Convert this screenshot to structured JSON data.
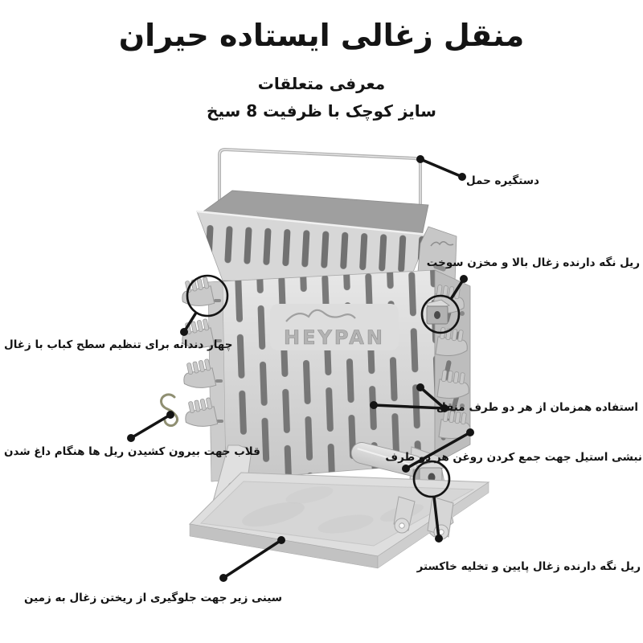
{
  "header": {
    "title": "منقل زغالی ایستاده حیران",
    "subtitle": "معرفی متعلقات",
    "size_line": "سایز کوچک با ظرفیت 8 سیخ"
  },
  "product": {
    "brand": "HEYPAN"
  },
  "callouts": {
    "handle": "دستگیره حمل",
    "upper_rail": "ریل نگه دارنده زغال بالا و مخزن سوخت",
    "teeth": "چهار دندانه برای تنظیم سطح کباب با زغال",
    "both_sides": "استفاده همزمان از هر دو طرف منقل",
    "hook": "قلاب جهت بیرون کشیدن ریل ها هنگام داغ شدن",
    "angle_bar": "نبشی استیل جهت جمع کردن روغن هر دو طرف",
    "lower_rail": "ریل نگه دارنده زغال پایین و تخلیه خاکستر",
    "tray": "سینی زیر جهت جلوگیری از ریختن زغال به زمین"
  },
  "colors": {
    "background": "#ffffff",
    "text": "#141414",
    "callout_line": "#141414",
    "metal_light": "#dcdcdc",
    "metal_mid": "#c2c2c2",
    "slot_dark": "#666666",
    "hook_metal": "#8f8f72"
  }
}
